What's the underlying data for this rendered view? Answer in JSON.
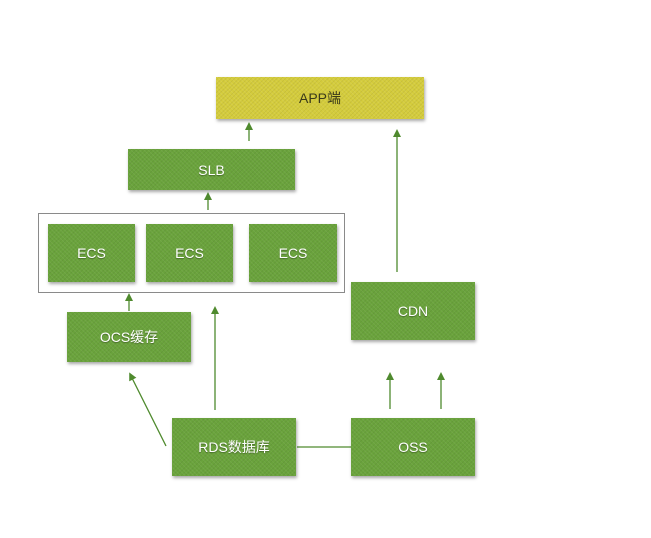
{
  "nodes": {
    "app": "APP端",
    "slb": "SLB",
    "ecs": [
      "ECS",
      "ECS",
      "ECS"
    ],
    "ocs": "OCS缓存",
    "cdn": "CDN",
    "rds": "RDS数据库",
    "oss": "OSS"
  },
  "colors": {
    "green_box": "#6aa33c",
    "yellow_box": "#d4cc3c",
    "arrow": "#4f8a2e",
    "group_border": "#8a8a8a"
  }
}
